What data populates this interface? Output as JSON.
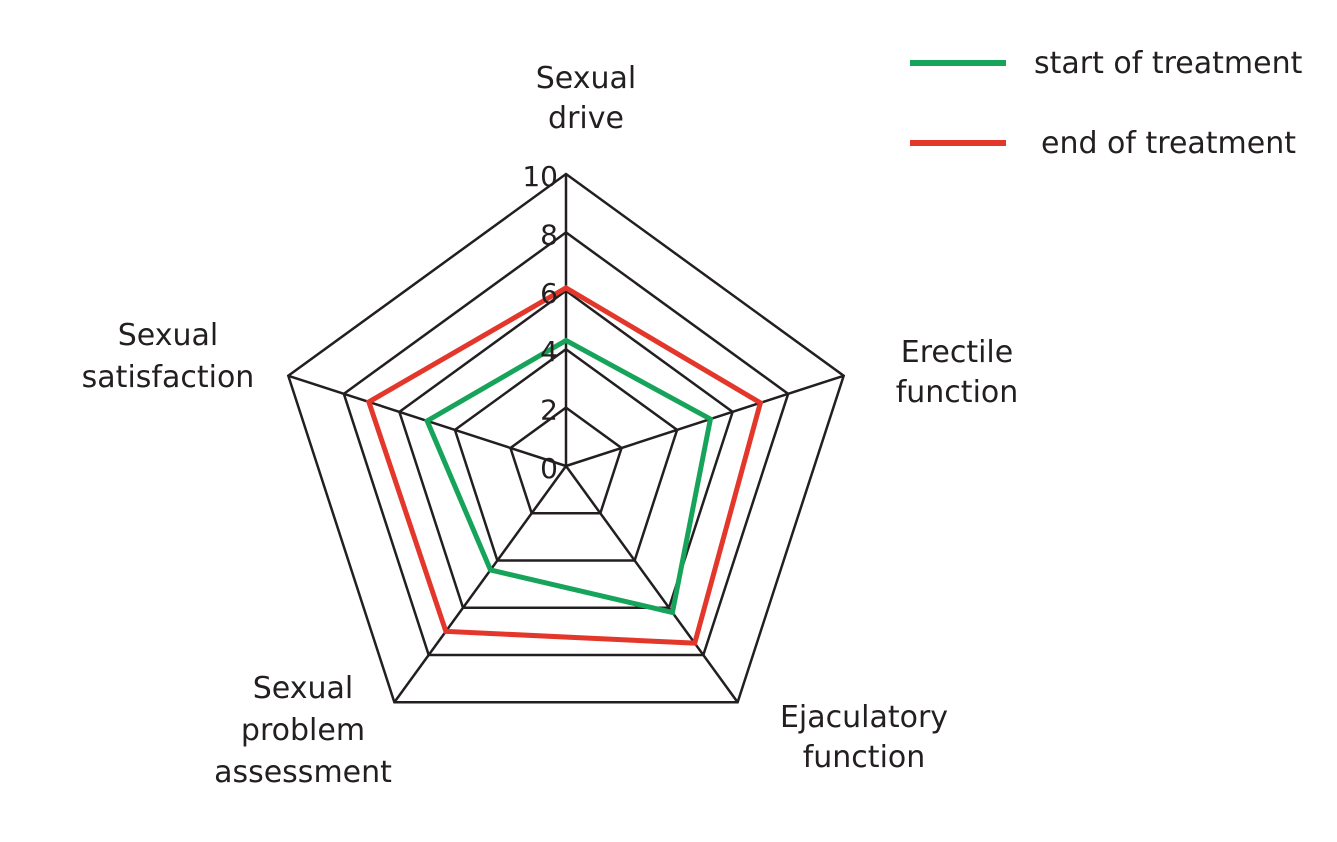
{
  "chart_data": {
    "type": "radar",
    "axes": [
      {
        "label_lines": [
          "Sexual",
          "drive"
        ]
      },
      {
        "label_lines": [
          "Erectile",
          "function"
        ]
      },
      {
        "label_lines": [
          "Ejaculatory",
          "function"
        ]
      },
      {
        "label_lines": [
          "Sexual",
          "problem",
          "assessment"
        ]
      },
      {
        "label_lines": [
          "Sexual",
          "satisfaction"
        ]
      }
    ],
    "scale": {
      "min": 0,
      "max": 10,
      "ticks": [
        0,
        2,
        4,
        6,
        8,
        10
      ]
    },
    "grid": true,
    "legend_position": "top-right",
    "series": [
      {
        "name": "start of treatment",
        "color": "#16a35a",
        "values": [
          4.3,
          5.2,
          6.2,
          4.4,
          5.0
        ]
      },
      {
        "name": "end of treatment",
        "color": "#e3372b",
        "values": [
          6.1,
          7.0,
          7.5,
          7.0,
          7.1
        ]
      }
    ]
  }
}
